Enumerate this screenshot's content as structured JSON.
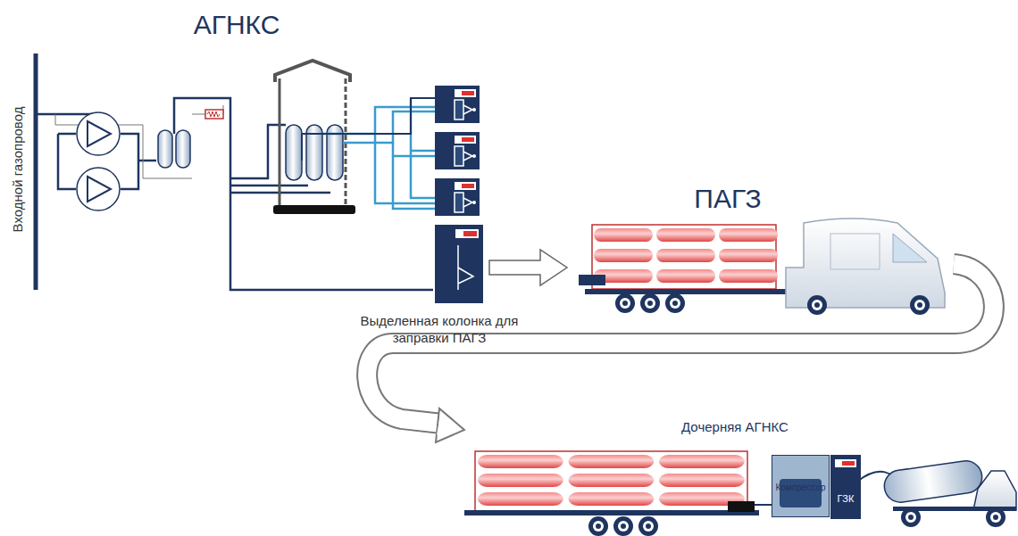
{
  "diagram": {
    "nodes": [
      {
        "text": [
          "Компрессор"
        ]
      },
      {
        "text": [
          "ГЗК"
        ]
      }
    ],
    "labels": [
      "АГНКС",
      "Входной газопровод",
      "ПАГЗ",
      "Выделенная колонка для заправки ПАГЗ",
      "Дочерняя АГНКС"
    ]
  }
}
